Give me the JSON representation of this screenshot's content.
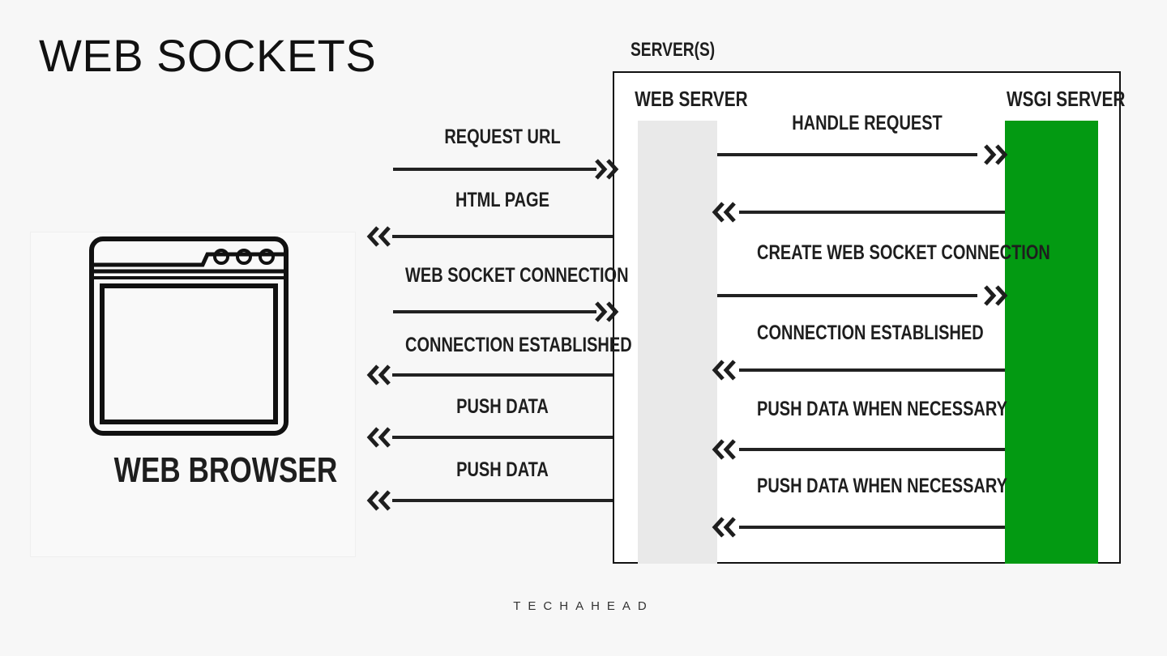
{
  "title": "WEB SOCKETS",
  "servers_label": "SERVER(S)",
  "web_server_label": "WEB SERVER",
  "wsgi_server_label": "WSGI SERVER",
  "browser_label": "WEB BROWSER",
  "footer": "TECHAHEAD",
  "colors": {
    "wsgi": "#039a12",
    "web_server": "#e9e9e9",
    "line": "#222222"
  },
  "client_messages": [
    {
      "label": "REQUEST URL",
      "direction": "to-server"
    },
    {
      "label": "HTML PAGE",
      "direction": "to-browser"
    },
    {
      "label": "WEB SOCKET CONNECTION",
      "direction": "to-server"
    },
    {
      "label": "CONNECTION ESTABLISHED",
      "direction": "to-browser"
    },
    {
      "label": "PUSH DATA",
      "direction": "to-browser"
    },
    {
      "label": "PUSH DATA",
      "direction": "to-browser"
    }
  ],
  "server_messages": [
    {
      "label": "HANDLE REQUEST",
      "direction": "to-wsgi"
    },
    {
      "label": "",
      "direction": "to-web-server"
    },
    {
      "label": "CREATE WEB SOCKET CONNECTION",
      "direction": "to-wsgi"
    },
    {
      "label": "CONNECTION ESTABLISHED",
      "direction": "to-web-server"
    },
    {
      "label": "PUSH DATA WHEN NECESSARY",
      "direction": "to-web-server"
    },
    {
      "label": "PUSH DATA WHEN NECESSARY",
      "direction": "to-web-server"
    }
  ]
}
